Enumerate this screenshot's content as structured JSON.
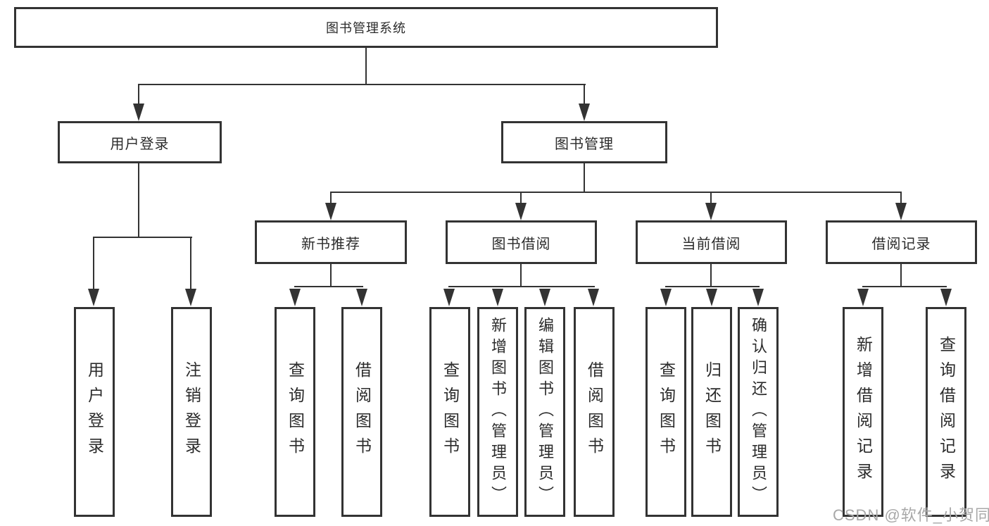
{
  "diagram": {
    "root": {
      "label": "图书管理系统"
    },
    "branches": [
      {
        "label": "用户登录",
        "children": [
          {
            "label": "用户登录"
          },
          {
            "label": "注销登录"
          }
        ]
      },
      {
        "label": "图书管理",
        "children": [
          {
            "label": "新书推荐",
            "children": [
              {
                "label": "查询图书"
              },
              {
                "label": "借阅图书"
              }
            ]
          },
          {
            "label": "图书借阅",
            "children": [
              {
                "label": "查询图书"
              },
              {
                "label": "新增图书（管理员）"
              },
              {
                "label": "编辑图书（管理员）"
              },
              {
                "label": "借阅图书"
              }
            ]
          },
          {
            "label": "当前借阅",
            "children": [
              {
                "label": "查询图书"
              },
              {
                "label": "归还图书"
              },
              {
                "label": "确认归还（管理员）"
              }
            ]
          },
          {
            "label": "借阅记录",
            "children": [
              {
                "label": "新增借阅记录"
              },
              {
                "label": "查询借阅记录"
              }
            ]
          }
        ]
      }
    ]
  },
  "watermark": {
    "text": "CSDN @软件_小贺同学"
  },
  "colors": {
    "line": "#333333",
    "text": "#2b2b2b",
    "watermark": "#a8a8a8",
    "background": "#ffffff"
  }
}
